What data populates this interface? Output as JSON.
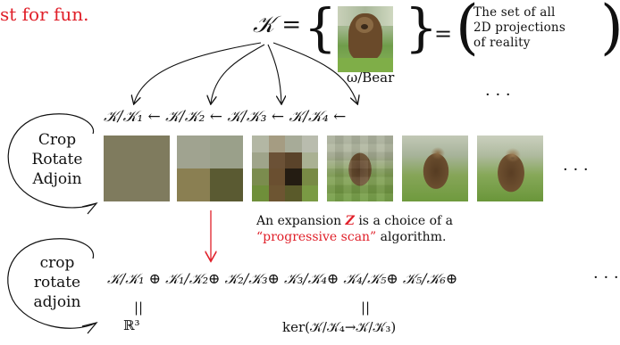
{
  "header": {
    "fragment": "st for fun.",
    "k_eq": "𝒦 =",
    "eq_sign": "=",
    "bear_label": "ω/Bear",
    "description_lines": [
      "The  set  of  all",
      "2D  projections",
      "of reality"
    ],
    "ellipsis_top": "· · ·"
  },
  "filtration": {
    "label": "𝒦/𝒦₁ ← 𝒦/𝒦₂ ← 𝒦/𝒦₃ ← 𝒦/𝒦₄ ←",
    "ellipsis": "· · ·"
  },
  "loop_top": {
    "lines": [
      "Crop",
      "Rotate",
      "Adjoin"
    ]
  },
  "loop_bottom": {
    "lines": [
      "crop",
      "rotate",
      "adjoin"
    ]
  },
  "caption": {
    "line1_prefix": "An expansion ",
    "line1_symbol": "Z",
    "line1_suffix": " is a choice of a",
    "line2_red": "“progressive scan”",
    "line2_suffix": " algorithm."
  },
  "sum": {
    "expression": "𝒦/𝒦₁ ⊕ 𝒦₁/𝒦₂⊕ 𝒦₂/𝒦₃⊕ 𝒦₃/𝒦₄⊕ 𝒦₄/𝒦₅⊕ 𝒦₅/𝒦₆⊕",
    "ellipsis": "· · ·",
    "left_parallel": "||",
    "left_value": "ℝ³",
    "right_parallel": "||",
    "right_value": "ker(𝒦/𝒦₄→𝒦/𝒦₃)"
  },
  "colors": {
    "accent_red": "#e0202a",
    "ink": "#111111"
  }
}
